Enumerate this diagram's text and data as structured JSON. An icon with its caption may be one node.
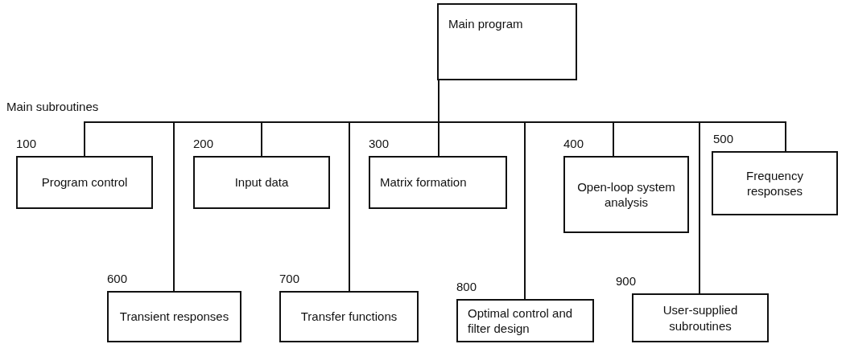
{
  "diagram": {
    "nodes": [
      {
        "text": [
          "Main program"
        ]
      },
      {
        "text": [
          "Program control"
        ],
        "beside": [
          "100"
        ]
      },
      {
        "text": [
          "Input data"
        ],
        "beside": [
          "200"
        ]
      },
      {
        "text": [
          "Matrix formation"
        ],
        "beside": [
          "300"
        ]
      },
      {
        "text": [
          "Open-loop system analysis"
        ],
        "beside": [
          "400"
        ]
      },
      {
        "text": [
          "Frequency responses"
        ],
        "beside": [
          "500"
        ]
      },
      {
        "text": [
          "Transient responses"
        ],
        "beside": [
          "600"
        ]
      },
      {
        "text": [
          "Transfer functions"
        ],
        "beside": [
          "700"
        ]
      },
      {
        "text": [
          "Optimal control and filter design"
        ],
        "beside": [
          "800"
        ]
      },
      {
        "text": [
          "User-supplied subroutines"
        ],
        "beside": [
          "900"
        ]
      }
    ],
    "edges": [
      {
        "from": 0,
        "to": 1,
        "arrow": "none"
      },
      {
        "from": 0,
        "to": 6,
        "arrow": "none"
      },
      {
        "from": 0,
        "to": 2,
        "arrow": "none"
      },
      {
        "from": 0,
        "to": 7,
        "arrow": "none"
      },
      {
        "from": 0,
        "to": 3,
        "arrow": "none"
      },
      {
        "from": 0,
        "to": 8,
        "arrow": "none"
      },
      {
        "from": 0,
        "to": 4,
        "arrow": "none"
      },
      {
        "from": 0,
        "to": 9,
        "arrow": "none"
      },
      {
        "from": 0,
        "to": 5,
        "arrow": "none"
      }
    ],
    "labels": [
      "Main subroutines"
    ]
  }
}
